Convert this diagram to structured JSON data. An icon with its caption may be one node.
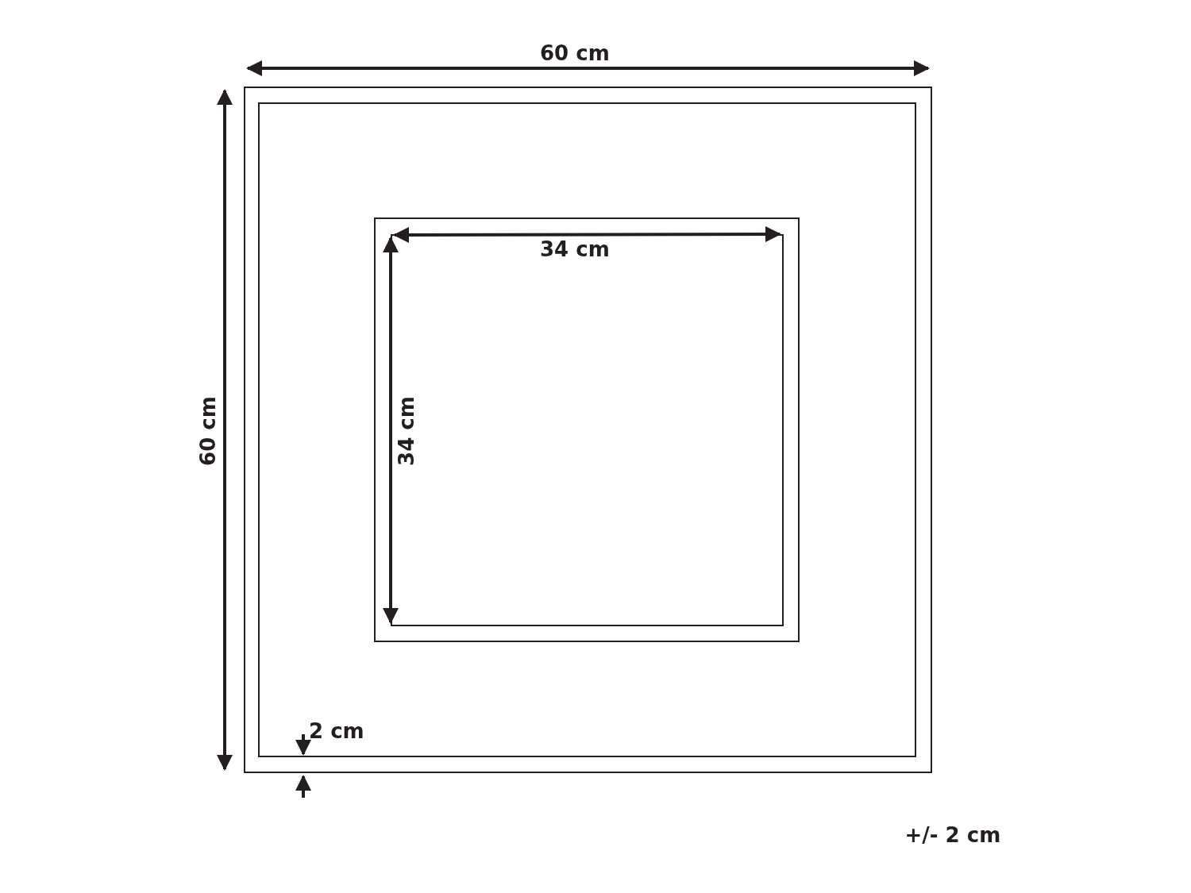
{
  "diagram": {
    "labels": [
      "60 cm",
      "60 cm",
      "34 cm",
      "34 cm",
      "2 cm",
      "+/- 2 cm"
    ]
  }
}
